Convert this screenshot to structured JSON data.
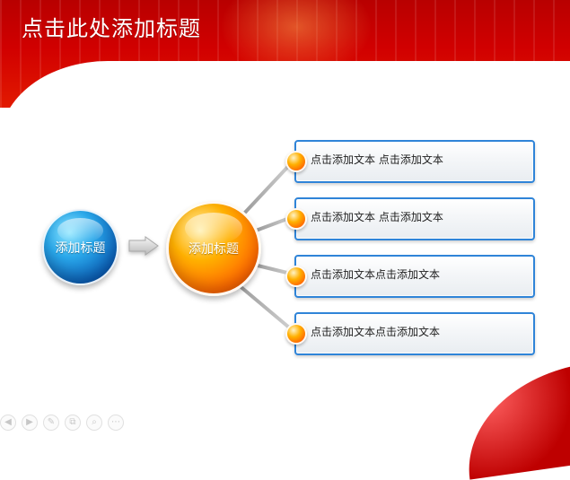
{
  "slide": {
    "title": "点击此处添加标题"
  },
  "diagram": {
    "left_circle_label": "添加标题",
    "center_circle_label": "添加标题",
    "rows": [
      {
        "text": "点击添加文本 点击添加文本"
      },
      {
        "text": "点击添加文本 点击添加文本"
      },
      {
        "text": "点击添加文本点击添加文本"
      },
      {
        "text": "点击添加文本点击添加文本"
      }
    ]
  },
  "toolbar": {
    "buttons": [
      {
        "icon": "prev-icon",
        "glyph": "◀"
      },
      {
        "icon": "next-icon",
        "glyph": "▶"
      },
      {
        "icon": "pen-icon",
        "glyph": "✎"
      },
      {
        "icon": "copy-icon",
        "glyph": "⧉"
      },
      {
        "icon": "zoom-icon",
        "glyph": "⌕"
      },
      {
        "icon": "more-icon",
        "glyph": "⋯"
      }
    ]
  },
  "colors": {
    "header_red": "#d10000",
    "row_border_blue": "#2f84d8"
  }
}
